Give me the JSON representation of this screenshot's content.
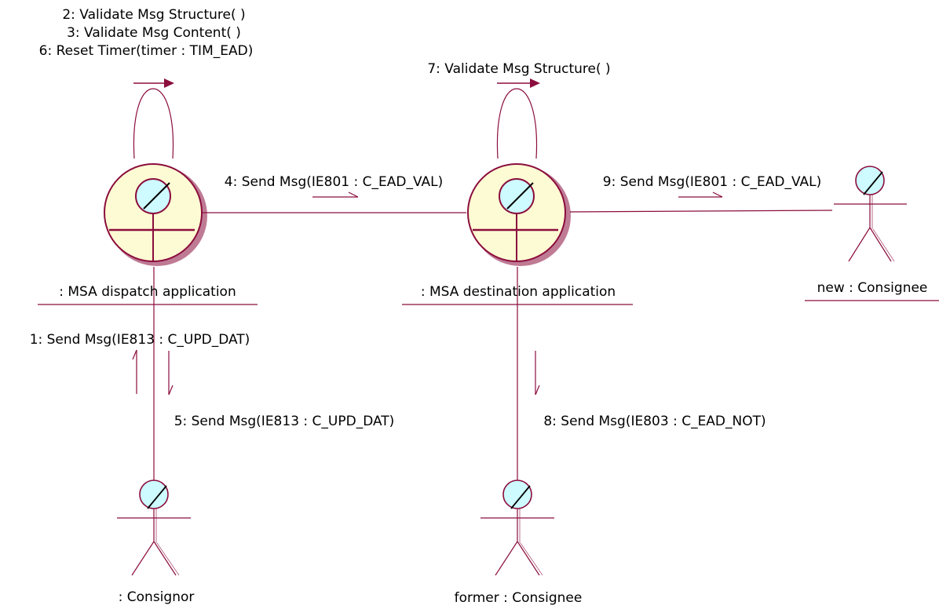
{
  "colors": {
    "line": "#8b0d3d",
    "control_fill": "#fdfbd3",
    "icon_fill": "#cdfbff",
    "text": "#000000"
  },
  "icons": {
    "control": "control-object-icon",
    "actor": "actor-icon"
  },
  "objects": {
    "dispatch": {
      "label": ": MSA dispatch application"
    },
    "destination": {
      "label": ": MSA destination application"
    },
    "consignor": {
      "label": ": Consignor"
    },
    "new_consignee": {
      "label": "new : Consignee"
    },
    "former_consignee": {
      "label": "former : Consignee"
    }
  },
  "messages": {
    "m2": "2: Validate Msg Structure( )",
    "m3": "3: Validate Msg Content( )",
    "m6": "6: Reset Timer(timer : TIM_EAD)",
    "m7": "7: Validate Msg Structure( )",
    "m4": "4: Send Msg(IE801 : C_EAD_VAL)",
    "m9": "9: Send Msg(IE801 : C_EAD_VAL)",
    "m1": "1: Send Msg(IE813 : C_UPD_DAT)",
    "m5": "5: Send Msg(IE813 : C_UPD_DAT)",
    "m8": "8: Send Msg(IE803 : C_EAD_NOT)"
  }
}
